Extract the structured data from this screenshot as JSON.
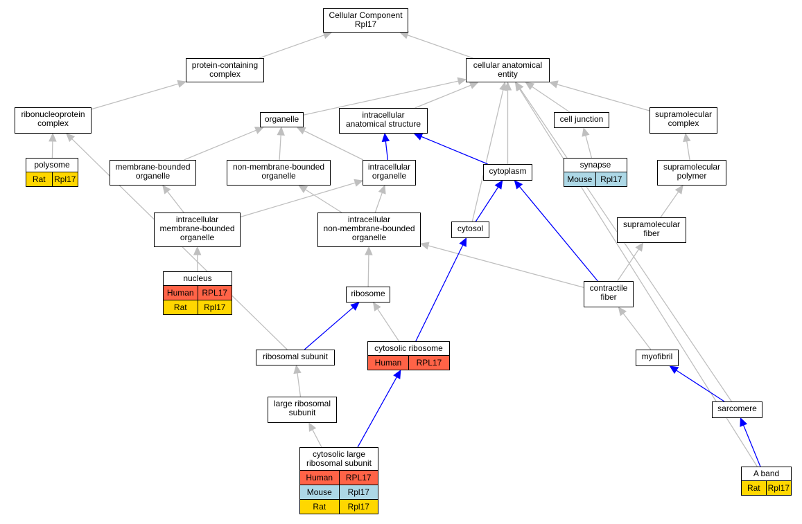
{
  "colors": {
    "is_a_edge": "#bfbfbf",
    "part_of_edge": "#0000ff",
    "Human": "#ff6347",
    "Mouse": "#add8e6",
    "Rat": "#ffd700"
  },
  "nodes": {
    "root": {
      "label": "Cellular Component\nRpl17"
    },
    "protein_complex": {
      "label": "protein-containing\ncomplex"
    },
    "cae": {
      "label": "cellular anatomical\nentity"
    },
    "rnp_complex": {
      "label": "ribonucleoprotein\ncomplex"
    },
    "organelle": {
      "label": "organelle"
    },
    "ias": {
      "label": "intracellular\nanatomical structure"
    },
    "cell_junction": {
      "label": "cell junction"
    },
    "supra_complex": {
      "label": "supramolecular\ncomplex"
    },
    "polysome": {
      "label": "polysome",
      "annotations": [
        {
          "species": "Rat",
          "gene": "Rpl17"
        }
      ]
    },
    "mbo": {
      "label": "membrane-bounded\norganelle"
    },
    "nmbo": {
      "label": "non-membrane-bounded\norganelle"
    },
    "ic_organelle": {
      "label": "intracellular\norganelle"
    },
    "cytoplasm": {
      "label": "cytoplasm"
    },
    "synapse": {
      "label": "synapse",
      "annotations": [
        {
          "species": "Mouse",
          "gene": "Rpl17"
        }
      ]
    },
    "supra_polymer": {
      "label": "supramolecular\npolymer"
    },
    "ic_mbo": {
      "label": "intracellular\nmembrane-bounded\norganelle"
    },
    "ic_nmbo": {
      "label": "intracellular\nnon-membrane-bounded\norganelle"
    },
    "cytosol": {
      "label": "cytosol"
    },
    "supra_fiber": {
      "label": "supramolecular\nfiber"
    },
    "nucleus": {
      "label": "nucleus",
      "annotations": [
        {
          "species": "Human",
          "gene": "RPL17"
        },
        {
          "species": "Rat",
          "gene": "Rpl17"
        }
      ]
    },
    "ribosome": {
      "label": "ribosome"
    },
    "contractile_fiber": {
      "label": "contractile\nfiber"
    },
    "ribosomal_subunit": {
      "label": "ribosomal subunit"
    },
    "cytosolic_ribosome": {
      "label": "cytosolic ribosome",
      "annotations": [
        {
          "species": "Human",
          "gene": "RPL17"
        }
      ]
    },
    "myofibril": {
      "label": "myofibril"
    },
    "large_subunit": {
      "label": "large ribosomal\nsubunit"
    },
    "sarcomere": {
      "label": "sarcomere"
    },
    "cls": {
      "label": "cytosolic large\nribosomal subunit",
      "annotations": [
        {
          "species": "Human",
          "gene": "RPL17"
        },
        {
          "species": "Mouse",
          "gene": "Rpl17"
        },
        {
          "species": "Rat",
          "gene": "Rpl17"
        }
      ]
    },
    "a_band": {
      "label": "A band",
      "annotations": [
        {
          "species": "Rat",
          "gene": "Rpl17"
        }
      ]
    }
  },
  "edges": [
    {
      "from": "protein_complex",
      "to": "root",
      "relation": "is_a"
    },
    {
      "from": "cae",
      "to": "root",
      "relation": "is_a"
    },
    {
      "from": "rnp_complex",
      "to": "protein_complex",
      "relation": "is_a"
    },
    {
      "from": "organelle",
      "to": "cae",
      "relation": "is_a"
    },
    {
      "from": "ias",
      "to": "cae",
      "relation": "is_a"
    },
    {
      "from": "cell_junction",
      "to": "cae",
      "relation": "is_a"
    },
    {
      "from": "supra_complex",
      "to": "cae",
      "relation": "is_a"
    },
    {
      "from": "cytoplasm",
      "to": "cae",
      "relation": "is_a"
    },
    {
      "from": "cytosol",
      "to": "cae",
      "relation": "is_a"
    },
    {
      "from": "sarcomere",
      "to": "cae",
      "relation": "is_a"
    },
    {
      "from": "a_band",
      "to": "cae",
      "relation": "is_a"
    },
    {
      "from": "polysome",
      "to": "rnp_complex",
      "relation": "is_a"
    },
    {
      "from": "ribosomal_subunit",
      "to": "rnp_complex",
      "relation": "is_a"
    },
    {
      "from": "mbo",
      "to": "organelle",
      "relation": "is_a"
    },
    {
      "from": "nmbo",
      "to": "organelle",
      "relation": "is_a"
    },
    {
      "from": "ic_organelle",
      "to": "organelle",
      "relation": "is_a"
    },
    {
      "from": "ic_organelle",
      "to": "ias",
      "relation": "part_of"
    },
    {
      "from": "cytoplasm",
      "to": "ias",
      "relation": "part_of"
    },
    {
      "from": "synapse",
      "to": "cell_junction",
      "relation": "is_a"
    },
    {
      "from": "supra_polymer",
      "to": "supra_complex",
      "relation": "is_a"
    },
    {
      "from": "supra_fiber",
      "to": "supra_polymer",
      "relation": "is_a"
    },
    {
      "from": "ic_mbo",
      "to": "mbo",
      "relation": "is_a"
    },
    {
      "from": "ic_mbo",
      "to": "ic_organelle",
      "relation": "is_a"
    },
    {
      "from": "ic_nmbo",
      "to": "nmbo",
      "relation": "is_a"
    },
    {
      "from": "ic_nmbo",
      "to": "ic_organelle",
      "relation": "is_a"
    },
    {
      "from": "cytosol",
      "to": "cytoplasm",
      "relation": "part_of"
    },
    {
      "from": "contractile_fiber",
      "to": "cytoplasm",
      "relation": "part_of"
    },
    {
      "from": "nucleus",
      "to": "ic_mbo",
      "relation": "is_a"
    },
    {
      "from": "ribosome",
      "to": "ic_nmbo",
      "relation": "is_a"
    },
    {
      "from": "contractile_fiber",
      "to": "ic_nmbo",
      "relation": "is_a"
    },
    {
      "from": "contractile_fiber",
      "to": "supra_fiber",
      "relation": "is_a"
    },
    {
      "from": "ribosomal_subunit",
      "to": "ribosome",
      "relation": "part_of"
    },
    {
      "from": "cytosolic_ribosome",
      "to": "ribosome",
      "relation": "is_a"
    },
    {
      "from": "cytosolic_ribosome",
      "to": "cytosol",
      "relation": "part_of"
    },
    {
      "from": "myofibril",
      "to": "contractile_fiber",
      "relation": "is_a"
    },
    {
      "from": "large_subunit",
      "to": "ribosomal_subunit",
      "relation": "is_a"
    },
    {
      "from": "cls",
      "to": "large_subunit",
      "relation": "is_a"
    },
    {
      "from": "cls",
      "to": "cytosolic_ribosome",
      "relation": "part_of"
    },
    {
      "from": "sarcomere",
      "to": "myofibril",
      "relation": "part_of"
    },
    {
      "from": "a_band",
      "to": "sarcomere",
      "relation": "part_of"
    }
  ]
}
